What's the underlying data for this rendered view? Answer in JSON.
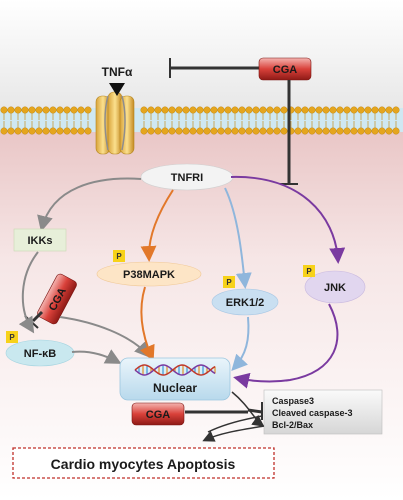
{
  "ligand": "TNFα",
  "receptor": "TNFRI",
  "inhibitor": "CGA",
  "phospho": "P",
  "nodes": {
    "ikks": "IKKs",
    "p38": "P38MAPK",
    "erk": "ERK1/2",
    "jnk": "JNK",
    "nfkb": "NF-κB",
    "nuclear": "Nuclear"
  },
  "outputs": {
    "caspase3": "Caspase3",
    "cleaved": "Cleaved caspase-3",
    "bcl": "Bcl-2/Bax"
  },
  "result": "Cardio myocytes Apoptosis"
}
